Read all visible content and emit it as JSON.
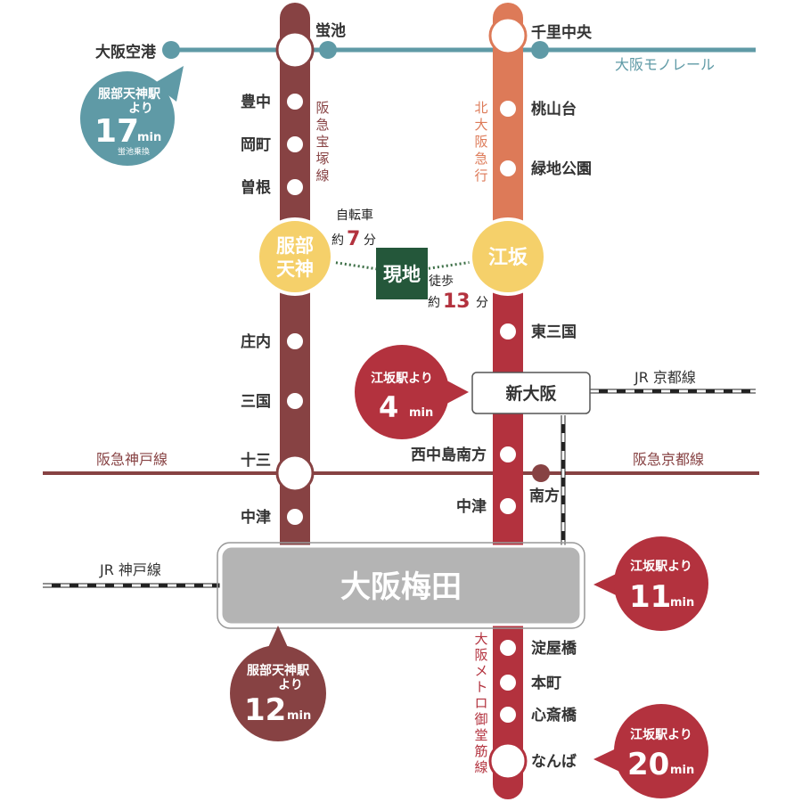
{
  "colors": {
    "takarazuka": "#874243",
    "kitakyu": "#dd7a58",
    "midosuji": "#b3323e",
    "monorail": "#5f9aa6",
    "kyoto_kobe_line": "#874243",
    "walk_path": "#3e7048",
    "genchi_box": "#24573a",
    "transfer_station": "#f5d06a",
    "umeda_box": "#b4b4b4",
    "jr": "#222222"
  },
  "lines": {
    "monorail": "大阪モノレール",
    "takarazuka": [
      "阪",
      "急",
      "宝",
      "塚",
      "線"
    ],
    "kitakyu": [
      "北",
      "大",
      "阪",
      "急",
      "行"
    ],
    "midosuji": [
      "大",
      "阪",
      "メ",
      "ト",
      "ロ",
      "御",
      "堂",
      "筋",
      "線"
    ],
    "kobe": "阪急神戸線",
    "kyoto": "阪急京都線",
    "jr_kyoto": "JR 京都線",
    "jr_kobe": "JR 神戸線"
  },
  "stations": {
    "osaka_airport": "大阪空港",
    "hotarugaike": "蛍池",
    "senri_chuo": "千里中央",
    "toyonaka": "豊中",
    "okamachi": "岡町",
    "sone": "曽根",
    "hattori_line1": "服部",
    "hattori_line2": "天神",
    "esaka": "江坂",
    "shonai": "庄内",
    "mikuni": "三国",
    "juso": "十三",
    "nakatsu_hankyu": "中津",
    "momoyamadai": "桃山台",
    "ryokuchi_koen": "緑地公園",
    "higashi_mikuni": "東三国",
    "shin_osaka": "新大阪",
    "nishinakajima": "西中島南方",
    "minamikata": "南方",
    "nakatsu_metro": "中津",
    "umeda": "大阪梅田",
    "yodoyabashi": "淀屋橋",
    "honmachi": "本町",
    "shinsaibashi": "心斎橋",
    "namba": "なんば"
  },
  "site": {
    "label": "現地",
    "bike_mode": "自転車",
    "bike_prefix": "約",
    "bike_minutes": "7",
    "bike_unit": "分",
    "walk_mode": "徒歩",
    "walk_prefix": "約",
    "walk_minutes": "13",
    "walk_unit": "分"
  },
  "callouts": {
    "airport": {
      "line1": "服部天神駅",
      "line2": "より",
      "minutes": "17",
      "unit": "min",
      "note": "蛍池乗換"
    },
    "shin_osaka": {
      "line1": "江坂駅より",
      "minutes": "4",
      "unit": "min"
    },
    "umeda_from_esaka": {
      "line1": "江坂駅より",
      "minutes": "11",
      "unit": "min"
    },
    "umeda_from_hattori": {
      "line1": "服部天神駅",
      "line2": "より",
      "minutes": "12",
      "unit": "min"
    },
    "namba": {
      "line1": "江坂駅より",
      "minutes": "20",
      "unit": "min"
    }
  }
}
